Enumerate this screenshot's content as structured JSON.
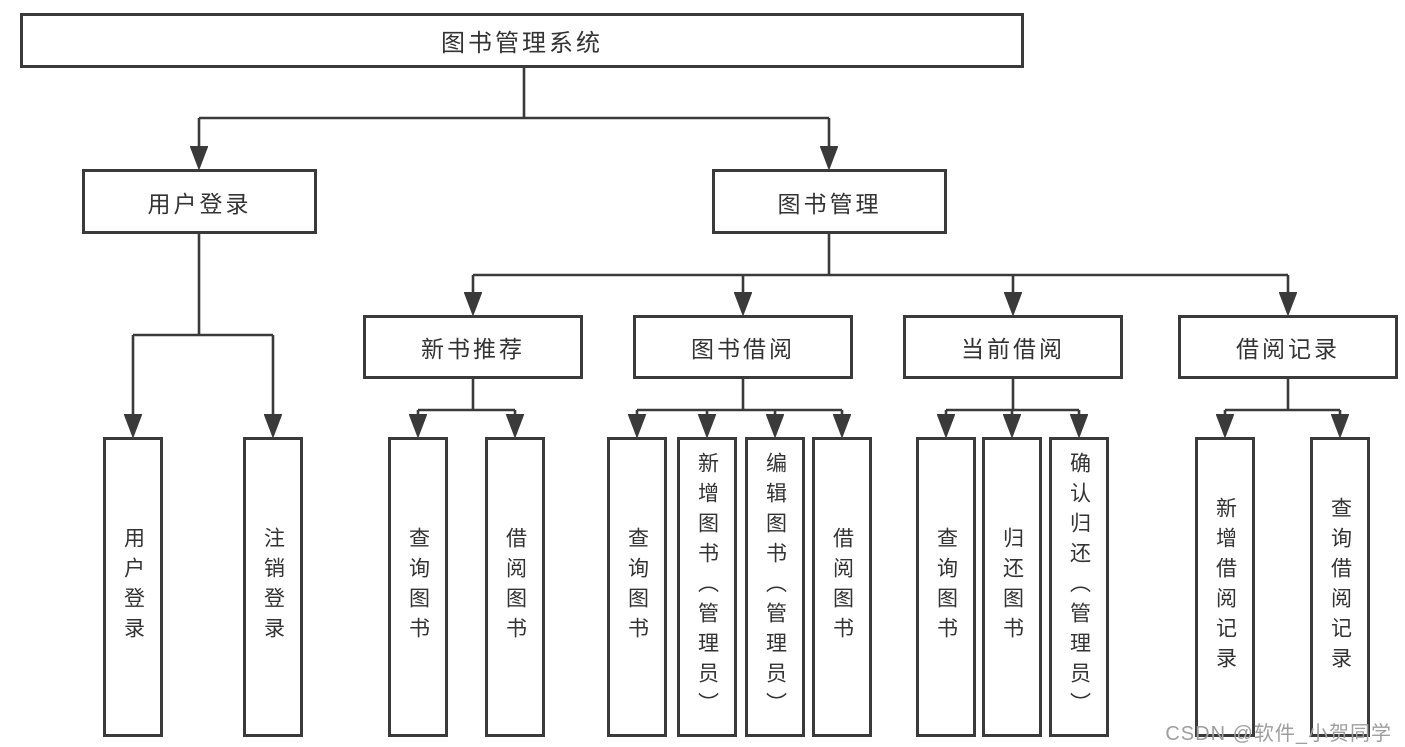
{
  "diagram_type": "hierarchy-tree",
  "colors": {
    "line": "#3a3a3a",
    "text": "#333333",
    "watermark": "#9e9e9e",
    "background": "#ffffff"
  },
  "tree": {
    "label": "图书管理系统",
    "children": [
      {
        "label": "用户登录",
        "children": [
          {
            "label": "用户登录"
          },
          {
            "label": "注销登录"
          }
        ]
      },
      {
        "label": "图书管理",
        "children": [
          {
            "label": "新书推荐",
            "children": [
              {
                "label": "查询图书"
              },
              {
                "label": "借阅图书"
              }
            ]
          },
          {
            "label": "图书借阅",
            "children": [
              {
                "label": "查询图书"
              },
              {
                "label": "新增图书（管理员）"
              },
              {
                "label": "编辑图书（管理员）"
              },
              {
                "label": "借阅图书"
              }
            ]
          },
          {
            "label": "当前借阅",
            "children": [
              {
                "label": "查询图书"
              },
              {
                "label": "归还图书"
              },
              {
                "label": "确认归还（管理员）"
              }
            ]
          },
          {
            "label": "借阅记录",
            "children": [
              {
                "label": "新增借阅记录"
              },
              {
                "label": "查询借阅记录"
              }
            ]
          }
        ]
      }
    ]
  },
  "watermark": {
    "text": "CSDN @软件_小贺同学"
  }
}
